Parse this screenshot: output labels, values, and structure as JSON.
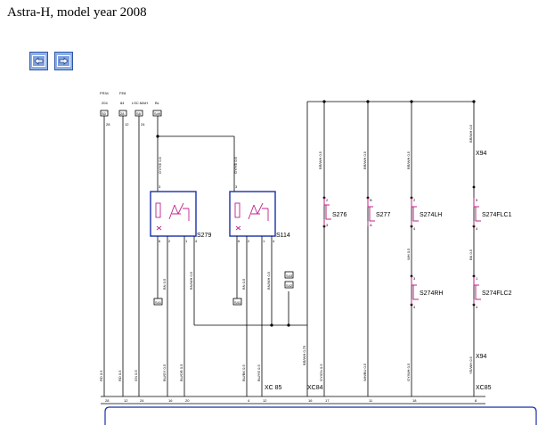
{
  "page": {
    "title": "Astra-H, model year 2008"
  },
  "nav": {
    "back_icon": "arrow-left-icon",
    "forward_icon": "arrow-right-icon",
    "button_color": "#8fb0e6"
  },
  "diagram": {
    "top_tags": [
      {
        "l1": "FR34",
        "l2": "204",
        "box": "S0",
        "pin": "28"
      },
      {
        "l1": "FE8",
        "l2": "84",
        "box": "28",
        "pin": "12"
      },
      {
        "l1": "LSC.MAH",
        "l2": "",
        "box": "S8",
        "pin": "24"
      },
      {
        "l1": "BL",
        "l2": "",
        "box": "S49",
        "pin": ""
      }
    ],
    "relays": [
      {
        "name": "S279",
        "wire_in": "GY/YE 0.5",
        "pin_top": "3",
        "pins_bottom": [
          "6",
          "2",
          "1",
          "4"
        ]
      },
      {
        "name": "S114",
        "wire_in": "GY/YE 0.5",
        "pin_top": "3",
        "pins_bottom": [
          "6",
          "2",
          "1",
          "4"
        ]
      }
    ],
    "ground_boxes": [
      "S41",
      "S41",
      "S43",
      "S42"
    ],
    "switches": [
      {
        "name": "S276",
        "wire": "BR/WH 0.5",
        "pin_a": "2",
        "pin_b": "3"
      },
      {
        "name": "S277",
        "wire": "BR/WH 0.5",
        "pin_a": "B",
        "pin_b": "A"
      },
      {
        "name": "S274LH",
        "wire": "BR/WH 0.5",
        "pin_a": "2",
        "pin_b": "4"
      },
      {
        "name": "S274RH",
        "wire": "WH 0.5",
        "pin_a": "3",
        "pin_b": "4"
      },
      {
        "name": "S274FLC1",
        "wire": "BR/WH 0.5",
        "pin_a": "5",
        "pin_b": "4"
      },
      {
        "name": "S274FLC2",
        "wire": "BK 0.5",
        "pin_a": "1",
        "pin_b": "4"
      }
    ],
    "connectors": [
      "X94",
      "X94",
      "XC 85",
      "XC84",
      "XC85"
    ],
    "bottom_wires": [
      {
        "label": "RD 0.5",
        "pin": "28"
      },
      {
        "label": "RD 0.5",
        "pin": "12"
      },
      {
        "label": "GN 0.5",
        "pin": "24"
      },
      {
        "label": "BU/GY 0.5",
        "pin": "16"
      },
      {
        "label": "BU/OR 0.5",
        "pin": "20"
      },
      {
        "label": "BU/BK 0.5",
        "pin": "4"
      },
      {
        "label": "BU/YE 0.5",
        "pin": "12"
      },
      {
        "label": "BR/WH 0.75",
        "pin": "16"
      },
      {
        "label": "GY/GN 0.5",
        "pin": "17"
      },
      {
        "label": "WH/BU 0.5",
        "pin": "11"
      },
      {
        "label": "GY/WH 0.5",
        "pin": "18"
      },
      {
        "label": "YE/WH 0.5",
        "pin": "8"
      }
    ]
  }
}
